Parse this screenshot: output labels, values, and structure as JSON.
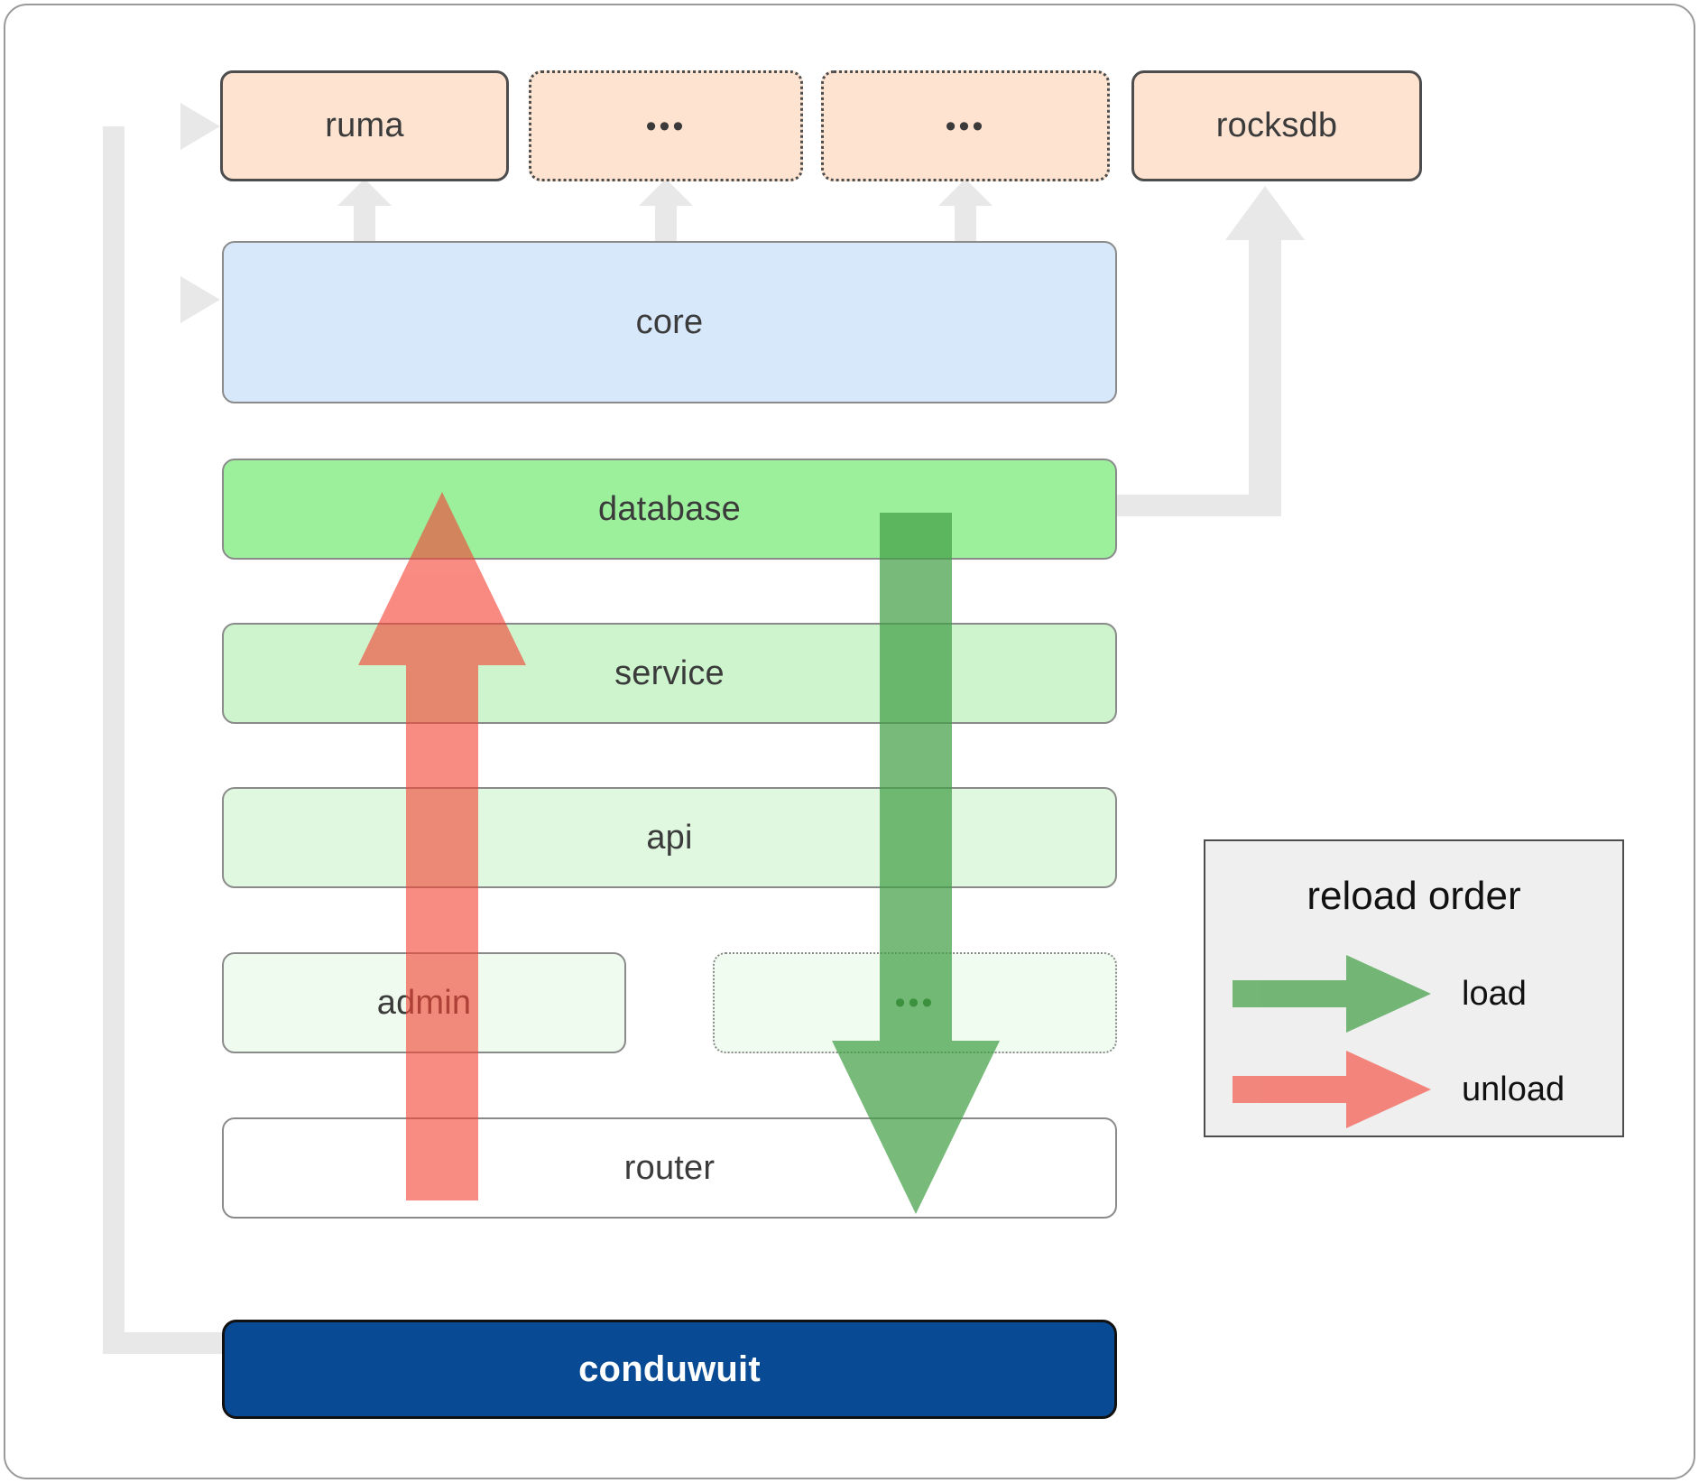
{
  "diagram": {
    "title": "conduwuit module reload architecture",
    "colors": {
      "dependency_fill": "#fde3d0",
      "dependency_stroke": "#4d4d4d",
      "core_fill": "#d8e8fb",
      "database_fill": "#9cf09c",
      "service_fill": "#cdf4cd",
      "api_fill": "#e0f8e0",
      "admin_fill": "#eefbee",
      "router_fill": "#ffffff",
      "binary_fill": "#084b94",
      "connector": "#e8e8e8",
      "load_arrow": "#4caf50",
      "unload_arrow": "#f8827f",
      "legend_bg": "#efefef"
    },
    "dependencies": [
      {
        "id": "ruma",
        "label": "ruma",
        "border": "solid"
      },
      {
        "id": "dots-1",
        "label": "•••",
        "border": "dotted"
      },
      {
        "id": "dots-2",
        "label": "•••",
        "border": "dotted"
      },
      {
        "id": "rocksdb",
        "label": "rocksdb",
        "border": "solid"
      }
    ],
    "core": {
      "label": "core"
    },
    "stack": [
      {
        "id": "database",
        "label": "database"
      },
      {
        "id": "service",
        "label": "service"
      },
      {
        "id": "api",
        "label": "api"
      },
      {
        "id": "admin",
        "label": "admin"
      },
      {
        "id": "more",
        "label": "•••",
        "border": "dotted"
      },
      {
        "id": "router",
        "label": "router"
      }
    ],
    "binary": {
      "label": "conduwuit"
    },
    "legend": {
      "title": "reload order",
      "entries": [
        {
          "id": "load",
          "label": "load",
          "color": "#4caf50"
        },
        {
          "id": "unload",
          "label": "unload",
          "color": "#f8827f"
        }
      ]
    },
    "flows": {
      "load_direction": "downward",
      "load_from": "database",
      "load_to": "router",
      "unload_direction": "upward",
      "unload_from": "router",
      "unload_to": "database"
    }
  }
}
